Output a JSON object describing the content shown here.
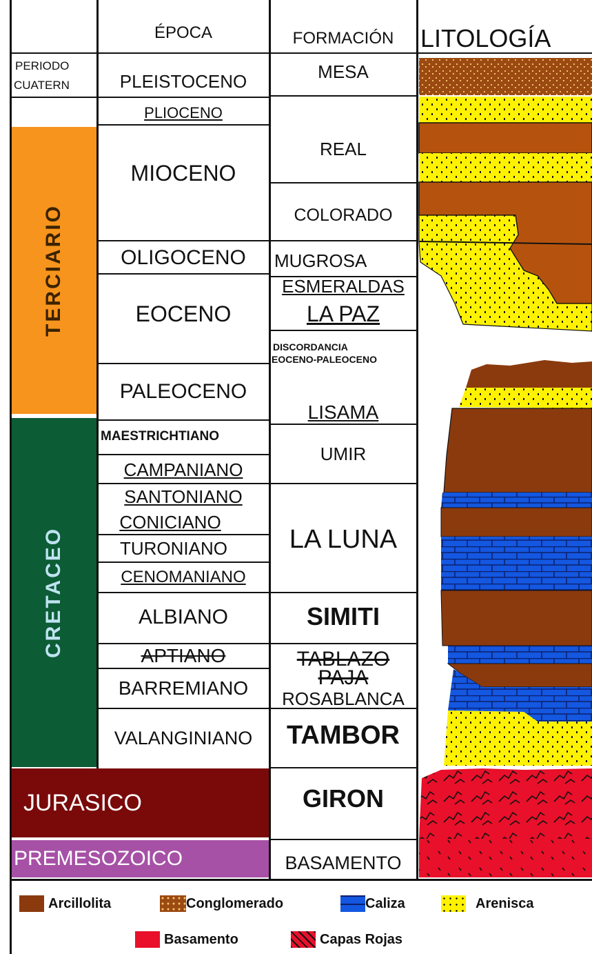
{
  "headers": {
    "periodo": "PERIODO",
    "epoca": "ÉPOCA",
    "formacion": "FORMACIÓN",
    "litologia": "LITOLOGÍA"
  },
  "periods": {
    "cuaternario": "CUATERN",
    "terciario": "TERCIARIO",
    "cretaceo": "CRETACEO",
    "jurasico": "JURASICO",
    "premesozoico": "PREMESOZOICO"
  },
  "epochs": {
    "pleistoceno": "PLEISTOCENO",
    "plioceno": "PLIOCENO",
    "mioceno": "MIOCENO",
    "oligoceno": "OLIGOCENO",
    "eoceno": "EOCENO",
    "paleoceno": "PALEOCENO",
    "maestrichtiano": "MAESTRICHTIANO",
    "campaniano": "CAMPANIANO",
    "santoniano": "SANTONIANO",
    "coniciano": "CONICIANO",
    "turoniano": "TURONIANO",
    "cenomaniano": "CENOMANIANO",
    "albiano": "ALBIANO",
    "aptiano": "APTIANO",
    "barremiano": "BARREMIANO",
    "valanginiano": "VALANGINIANO"
  },
  "formations": {
    "mesa": "MESA",
    "real": "REAL",
    "colorado": "COLORADO",
    "mugrosa": "MUGROSA",
    "esmeraldas": "ESMERALDAS",
    "la_paz": "LA PAZ",
    "discordancia_1": "DISCORDANCIA",
    "discordancia_2": "EOCENO-PALEOCENO",
    "lisama": "LISAMA",
    "umir": "UMIR",
    "la_luna": "LA LUNA",
    "simiti": "SIMITI",
    "tablazo": "TABLAZO",
    "paja": "PAJA",
    "rosablanca": "ROSABLANCA",
    "tambor": "TAMBOR",
    "giron": "GIRON",
    "basamento": "BASAMENTO"
  },
  "legend": {
    "arcillolita": "Arcillolita",
    "conglomerado": "Conglomerado",
    "caliza": "Caliza",
    "arenisca": "Arenisca",
    "basamento": "Basamento",
    "capas_rojas": "Capas Rojas"
  },
  "colors": {
    "terciario": "#F7941D",
    "cretaceo": "#0C5C35",
    "cretaceo_text": "#BFE3F0",
    "jurasico": "#7A0A0A",
    "premesozoico": "#A651A6",
    "arcillolita": "#8B3A0E",
    "arcillolita_light": "#B5530E",
    "conglomerado": "#9B4A12",
    "caliza": "#1457E0",
    "arenisca": "#FFF200",
    "basamento": "#E8102A",
    "capas_rojas": "#E8102A"
  }
}
